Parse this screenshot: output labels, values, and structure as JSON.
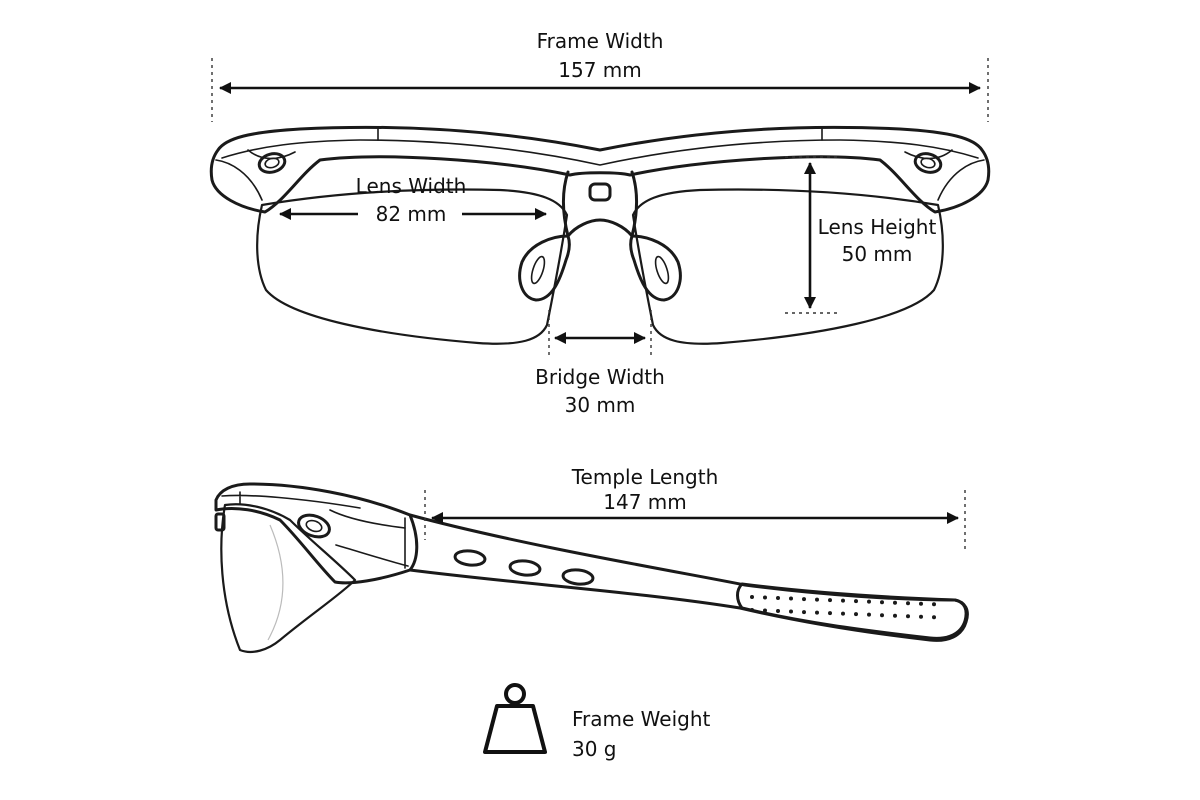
{
  "measurements": {
    "frame_width": {
      "label": "Frame Width",
      "value": "157 mm"
    },
    "lens_width": {
      "label": "Lens Width",
      "value": "82 mm"
    },
    "lens_height": {
      "label": "Lens Height",
      "value": "50 mm"
    },
    "bridge_width": {
      "label": "Bridge Width",
      "value": "30 mm"
    },
    "temple_length": {
      "label": "Temple Length",
      "value": "147 mm"
    },
    "frame_weight": {
      "label": "Frame Weight",
      "value": "30 g"
    }
  },
  "icons": {
    "weight": "weight-icon"
  },
  "colors": {
    "ink": "#1a1a1a",
    "background": "#ffffff"
  }
}
